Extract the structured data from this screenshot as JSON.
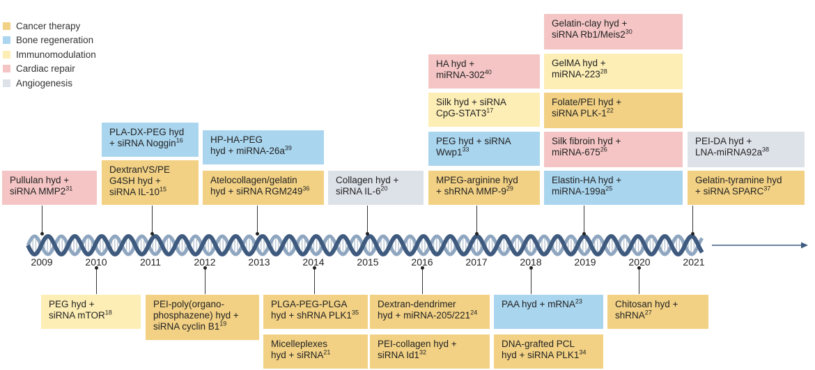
{
  "legend": [
    {
      "label": "Cancer therapy",
      "color": "#f2d184"
    },
    {
      "label": "Bone regeneration",
      "color": "#a9d5ee"
    },
    {
      "label": "Immunomodulation",
      "color": "#fdeeb5"
    },
    {
      "label": "Cardiac repair",
      "color": "#f5c5c5"
    },
    {
      "label": "Angiogenesis",
      "color": "#dde1e8"
    }
  ],
  "years": [
    "2009",
    "2010",
    "2011",
    "2012",
    "2013",
    "2014",
    "2015",
    "2016",
    "2017",
    "2018",
    "2019",
    "2020",
    "2021"
  ],
  "top_boxes": [
    {
      "l1": "Pullulan hyd +",
      "l2": "siRNA MMP2",
      "ref": "31"
    },
    {
      "l1": "PLA-DX-PEG hyd",
      "l2": "+ siRNA Noggin",
      "ref": "16"
    },
    {
      "l1": "DextranVS/PE",
      "l2": "G4SH hyd +",
      "l3": "siRNA IL-10",
      "ref": "15"
    },
    {
      "l1": "HP-HA-PEG",
      "l2": "hyd + miRNA-26a",
      "ref": "39"
    },
    {
      "l1": "Atelocollagen/gelatin",
      "l2": "hyd + siRNA RGM249",
      "ref": "36"
    },
    {
      "l1": "Collagen hyd +",
      "l2": "siRNA IL-6",
      "ref": "20"
    },
    {
      "l1": "HA hyd +",
      "l2": "miRNA-302",
      "ref": "40"
    },
    {
      "l1": "Silk hyd + siRNA",
      "l2": "CpG-STAT3",
      "ref": "17"
    },
    {
      "l1": "PEG hyd + siRNA",
      "l2": "Wwp1",
      "ref": "33"
    },
    {
      "l1": "MPEG-arginine hyd",
      "l2": "+ shRNA MMP-9",
      "ref": "29"
    },
    {
      "l1": "Gelatin-clay hyd +",
      "l2": "siRNA Rb1/Meis2",
      "ref": "30"
    },
    {
      "l1": "GelMA hyd +",
      "l2": "miRNA-223",
      "ref": "28"
    },
    {
      "l1": "Folate/PEI hyd +",
      "l2": "siRNA PLK-1",
      "ref": "22"
    },
    {
      "l1": "Silk fibroin hyd +",
      "l2": "miRNA-675",
      "ref": "26"
    },
    {
      "l1": "Elastin-HA hyd +",
      "l2": "miRNA-199a",
      "ref": "25"
    },
    {
      "l1": "PEI-DA hyd +",
      "l2": "LNA-miRNA92a",
      "ref": "38"
    },
    {
      "l1": "Gelatin-tyramine hyd",
      "l2": "+ siRNA SPARC",
      "ref": "37"
    }
  ],
  "bottom_boxes": [
    {
      "l1": "PEG hyd +",
      "l2": "siRNA mTOR",
      "ref": "18"
    },
    {
      "l1": "PEI-poly(organo-",
      "l2": "phosphazene) hyd +",
      "l3": "siRNA cyclin B1",
      "ref": "19"
    },
    {
      "l1": "PLGA-PEG-PLGA",
      "l2": "hyd + shRNA PLK1",
      "ref": "35"
    },
    {
      "l1": "Micelleplexes",
      "l2": "hyd + siRNA",
      "ref": "21"
    },
    {
      "l1": "Dextran-dendrimer",
      "l2": "hyd + miRNA-205/221",
      "ref": "24"
    },
    {
      "l1": "PEI-collagen hyd +",
      "l2": "siRNA Id1",
      "ref": "32"
    },
    {
      "l1": "PAA hyd + mRNA",
      "ref": "23"
    },
    {
      "l1": "DNA-grafted PCL",
      "l2": "hyd + siRNA PLK1",
      "ref": "34"
    },
    {
      "l1": "Chitosan hyd +",
      "l2": "shRNA",
      "ref": "27"
    }
  ]
}
